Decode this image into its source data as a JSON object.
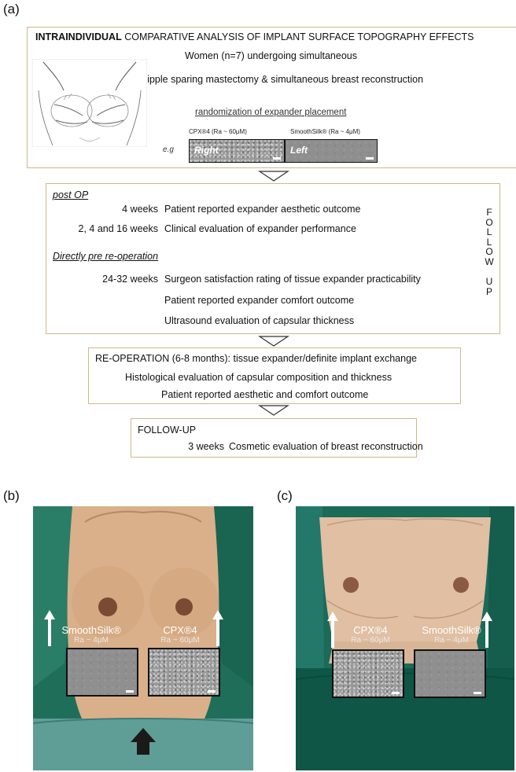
{
  "panels": {
    "a": "(a)",
    "b": "(b)",
    "c": "(c)"
  },
  "design": {
    "title_bold": "INTRAINDIVIDUAL",
    "title_rest": "COMPARATIVE ANALYSIS OF IMPLANT SURFACE TOPOGRAPHY EFFECTS",
    "line1": "Women (n=7) undergoing  simultaneous",
    "line2": "bilateral nipple sparing mastectomy & simultaneous breast reconstruction",
    "randomization": "randomization of expander placement",
    "example": "e.g",
    "cpx_caption": "CPX®4 (Ra ~ 60μM)",
    "smooth_caption": "SmoothSilk® (Ra ~ 4μM)",
    "right": "Right",
    "left": "Left"
  },
  "followup": {
    "post_op": "post OP",
    "r1_time": "4 weeks",
    "r1_desc": "Patient reported expander aesthetic outcome",
    "r2_time": "2, 4 and 16 weeks",
    "r2_desc": "Clinical evaluation of expander performance",
    "pre_reop": "Directly pre re-operation",
    "r3_time": "24-32 weeks",
    "r3_desc": "Surgeon satisfaction rating of tissue expander practicability",
    "r4_desc": "Patient reported expander comfort outcome",
    "r5_desc": "Ultrasound evaluation of capsular thickness",
    "side_letters": [
      "F",
      "O",
      "L",
      "L",
      "O",
      "W",
      "",
      "U",
      "P"
    ]
  },
  "reoperation": {
    "title": "RE-OPERATION (6-8 months): tissue expander/definite implant exchange",
    "l1": "Histological evaluation of capsular  composition and thickness",
    "l2": "Patient reported aesthetic and comfort outcome"
  },
  "final": {
    "title": "FOLLOW-UP",
    "time": "3 weeks",
    "desc": "Cosmetic evaluation of breast reconstruction"
  },
  "photo_b": {
    "left_name": "SmoothSilk®",
    "left_ra": "Ra ~ 4μM",
    "right_name": "CPX®4",
    "right_ra": "Ra ~ 60μM"
  },
  "photo_c": {
    "left_name": "CPX®4",
    "left_ra": "Ra ~ 60μM",
    "right_name": "SmoothSilk®",
    "right_ra": "Ra ~ 4μM"
  },
  "colors": {
    "box_border": "#cdb98a",
    "drape": "#1f6e5a",
    "skin": "#dcb58f"
  }
}
